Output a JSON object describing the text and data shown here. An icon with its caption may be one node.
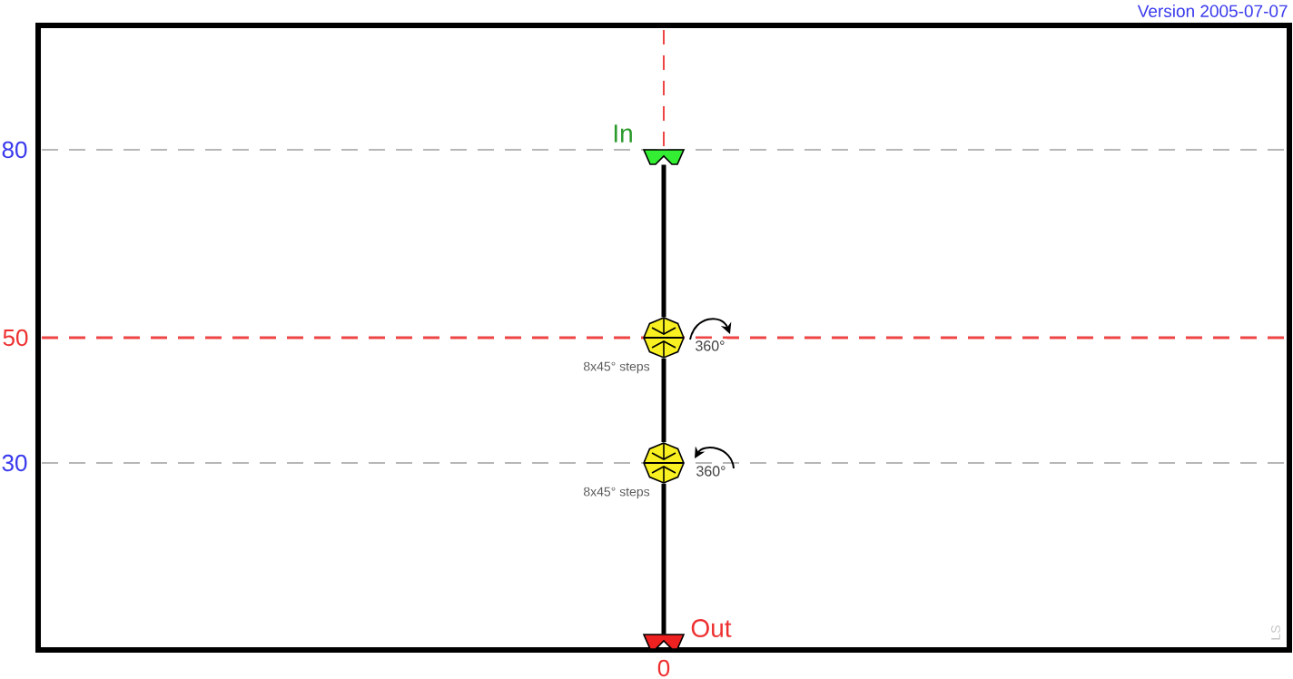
{
  "diagram": {
    "nodes": [
      {
        "text": [
          "In"
        ]
      },
      {
        "text": [],
        "shape": "octagon",
        "beside": [
          "360°",
          "8x45° steps"
        ]
      },
      {
        "text": [],
        "shape": "octagon",
        "beside": [
          "360°",
          "8x45° steps"
        ]
      },
      {
        "text": [
          "Out"
        ]
      }
    ],
    "edges": [
      {
        "from": 0,
        "to": 1,
        "arrow": "none"
      },
      {
        "from": 1,
        "to": 2,
        "arrow": "none"
      },
      {
        "from": 2,
        "to": 3,
        "arrow": "none"
      }
    ],
    "labels": [
      "Version 2005-07-07",
      "80",
      "50",
      "30",
      "0",
      "LS"
    ]
  }
}
